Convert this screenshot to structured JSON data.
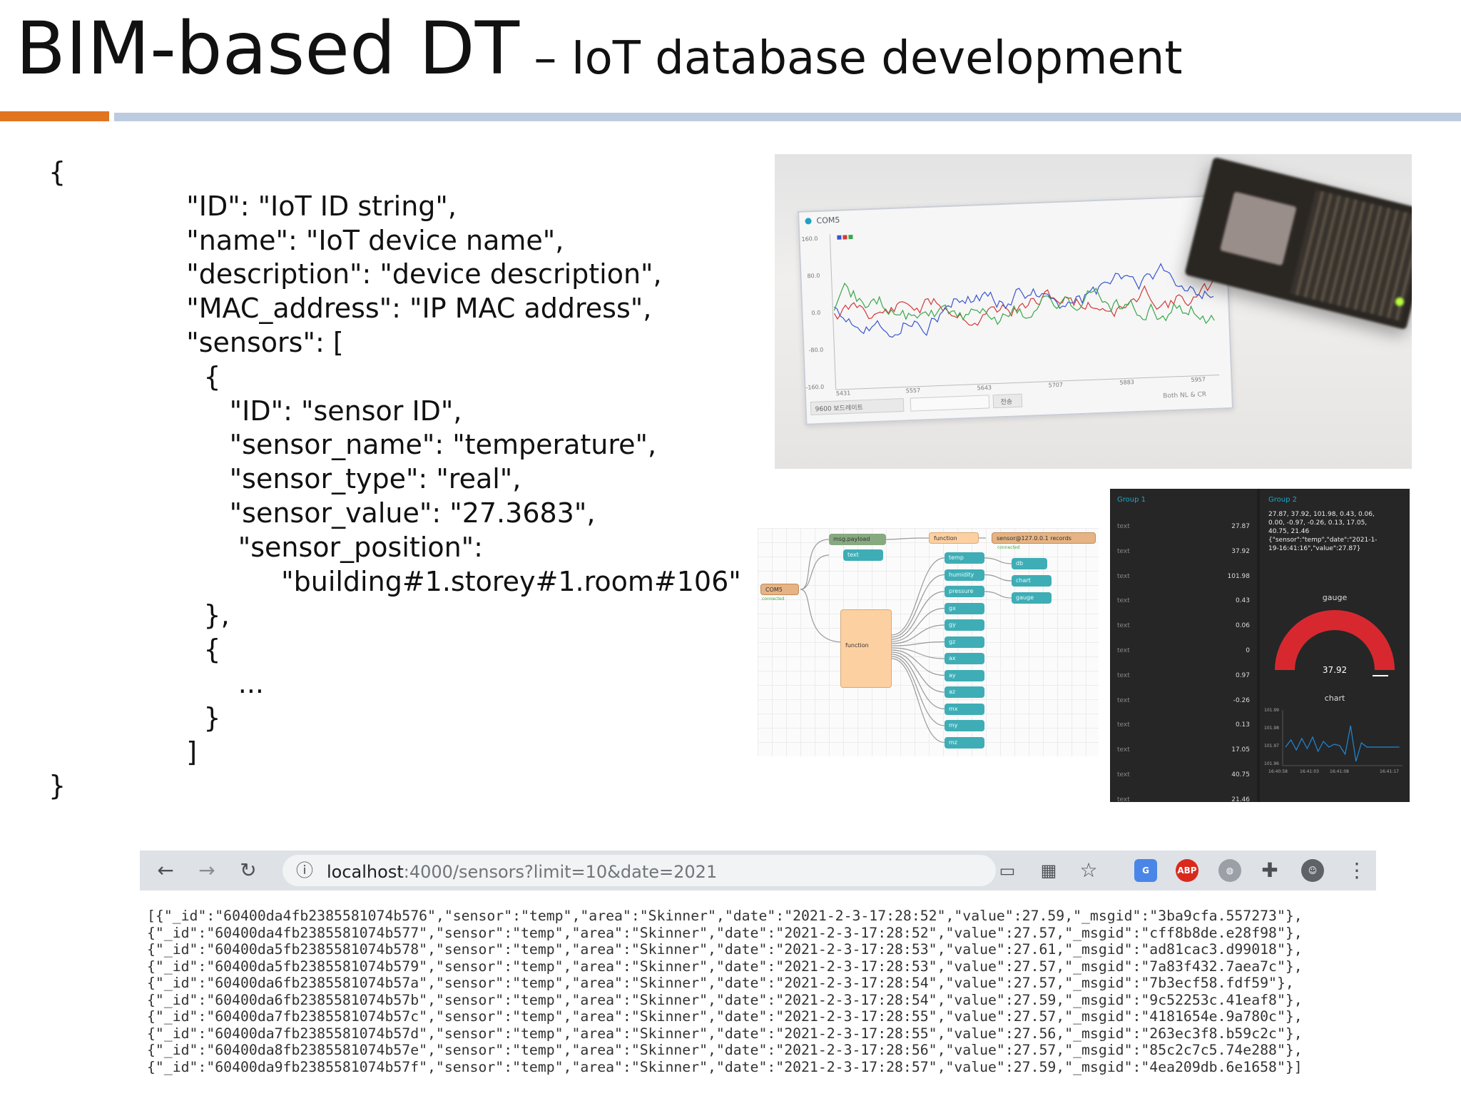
{
  "header": {
    "title_main": "BIM-based DT",
    "title_sub": " – IoT database development"
  },
  "schema_lines": [
    "{",
    "                \"ID\": \"IoT ID string\",",
    "                \"name\": \"IoT device name\",",
    "                \"description\": \"device description\",",
    "                \"MAC_address\": \"IP MAC address\",",
    "                \"sensors\": [",
    "                  {",
    "                     \"ID\": \"sensor ID\",",
    "                     \"sensor_name\": \"temperature\",",
    "                     \"sensor_type\": \"real\",",
    "                     \"sensor_value\": \"27.3683\",",
    "                      \"sensor_position\":",
    "                           \"building#1.storey#1.room#106\"",
    "                  },",
    "                  {",
    "                      ...",
    "                  }",
    "                ]",
    "}"
  ],
  "photo": {
    "plotter_title": "COM5",
    "y_ticks": [
      "160.0",
      "80.0",
      "0.0",
      "-80.0",
      "-160.0"
    ],
    "x_ticks": [
      "5431",
      "5557",
      "5643",
      "5707",
      "5883",
      "5957"
    ],
    "baud_select": "9600 보드레이트",
    "send_button": "전송",
    "line_ending": "Both NL & CR",
    "series_colors": [
      "#d03a3a",
      "#3a55d0",
      "#3aa64a"
    ]
  },
  "flow": {
    "serial_node": "COM5",
    "serial_status": "connected",
    "debug_node": "msg.payload",
    "text_node": "text",
    "function_node_top": "function",
    "function_node_main": "function",
    "mqtt_node": "sensor@127.0.0.1 records",
    "mqtt_status": "connected",
    "outputs": [
      "temp",
      "humidity",
      "pressure",
      "gx",
      "gy",
      "gz",
      "ax",
      "ay",
      "az",
      "mx",
      "my",
      "mz"
    ],
    "ui_nodes": [
      "db",
      "chart",
      "gauge"
    ]
  },
  "dashboard": {
    "group1_title": "Group 1",
    "group2_title": "Group 2",
    "row_label": "text",
    "group1_values": [
      "27.87",
      "37.92",
      "101.98",
      "0.43",
      "0.06",
      "0",
      "0.97",
      "-0.26",
      "0.13",
      "17.05",
      "40.75",
      "21.46"
    ],
    "group2_text_1": "27.87, 37.92, 101.98, 0.43, 0.06,",
    "group2_text_2": "0.00, -0.97, -0.26, 0.13, 17.05,",
    "group2_text_3": "40.75, 21.46",
    "group2_text_4": "{\"sensor\":\"temp\",\"date\":\"2021-1-",
    "group2_text_5": "19-16:41:16\",\"value\":27.87}",
    "gauge_label": "gauge",
    "gauge_value": 37.92,
    "gauge_value_text": "37.92",
    "gauge_min": 0,
    "gauge_max": 10,
    "gauge_color": "#d7282f",
    "chart_label": "chart",
    "chart_y_ticks": [
      "101.99",
      "101.98",
      "101.97",
      "101.96"
    ],
    "chart_x_ticks": [
      "16:40:58",
      "16:41:03",
      "16:41:08",
      "16:41:17"
    ],
    "chart_line_color": "#1f88d6"
  },
  "browser": {
    "url_host": "localhost",
    "url_path": ":4000/sensors?limit=10&date=2021",
    "ext_abp": "ABP",
    "json_lines": [
      "[{\"_id\":\"60400da4fb2385581074b576\",\"sensor\":\"temp\",\"area\":\"Skinner\",\"date\":\"2021-2-3-17:28:52\",\"value\":27.59,\"_msgid\":\"3ba9cfa.557273\"},",
      "{\"_id\":\"60400da4fb2385581074b577\",\"sensor\":\"temp\",\"area\":\"Skinner\",\"date\":\"2021-2-3-17:28:52\",\"value\":27.57,\"_msgid\":\"cff8b8de.e28f98\"},",
      "{\"_id\":\"60400da5fb2385581074b578\",\"sensor\":\"temp\",\"area\":\"Skinner\",\"date\":\"2021-2-3-17:28:53\",\"value\":27.61,\"_msgid\":\"ad81cac3.d99018\"},",
      "{\"_id\":\"60400da5fb2385581074b579\",\"sensor\":\"temp\",\"area\":\"Skinner\",\"date\":\"2021-2-3-17:28:53\",\"value\":27.57,\"_msgid\":\"7a83f432.7aea7c\"},",
      "{\"_id\":\"60400da6fb2385581074b57a\",\"sensor\":\"temp\",\"area\":\"Skinner\",\"date\":\"2021-2-3-17:28:54\",\"value\":27.57,\"_msgid\":\"7b3ecf58.fdf59\"},",
      "{\"_id\":\"60400da6fb2385581074b57b\",\"sensor\":\"temp\",\"area\":\"Skinner\",\"date\":\"2021-2-3-17:28:54\",\"value\":27.59,\"_msgid\":\"9c52253c.41eaf8\"},",
      "{\"_id\":\"60400da7fb2385581074b57c\",\"sensor\":\"temp\",\"area\":\"Skinner\",\"date\":\"2021-2-3-17:28:55\",\"value\":27.57,\"_msgid\":\"4181654e.9a780c\"},",
      "{\"_id\":\"60400da7fb2385581074b57d\",\"sensor\":\"temp\",\"area\":\"Skinner\",\"date\":\"2021-2-3-17:28:55\",\"value\":27.56,\"_msgid\":\"263ec3f8.b59c2c\"},",
      "{\"_id\":\"60400da8fb2385581074b57e\",\"sensor\":\"temp\",\"area\":\"Skinner\",\"date\":\"2021-2-3-17:28:56\",\"value\":27.57,\"_msgid\":\"85c2c7c5.74e288\"},",
      "{\"_id\":\"60400da9fb2385581074b57f\",\"sensor\":\"temp\",\"area\":\"Skinner\",\"date\":\"2021-2-3-17:28:57\",\"value\":27.59,\"_msgid\":\"4ea209db.6e1658\"}]"
    ]
  }
}
